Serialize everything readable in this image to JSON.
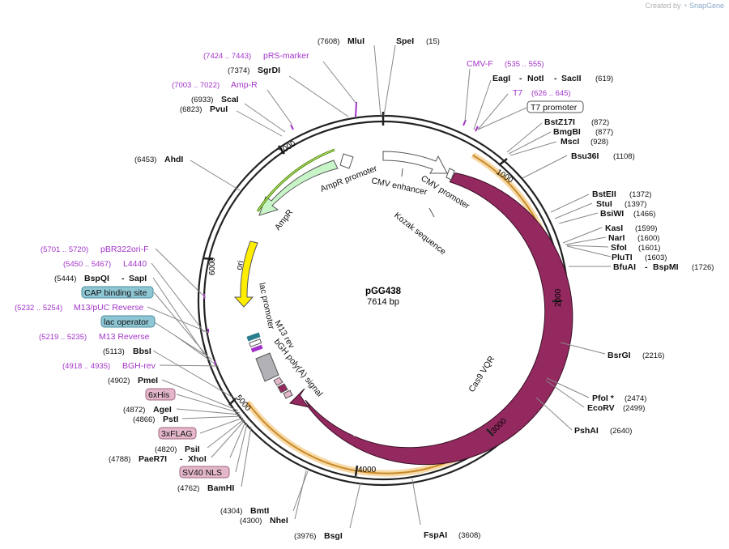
{
  "credit": {
    "prefix": "Created by",
    "brand": "SnapGene"
  },
  "plasmid": {
    "name": "pGG438",
    "size": "7614 bp",
    "length": 7614
  },
  "ticks": [
    "1000",
    "2000",
    "3000",
    "4000",
    "5000",
    "6000",
    "7000"
  ],
  "features": [
    {
      "label": "Cas9 VQR",
      "start": 630,
      "end": 4780,
      "color": "#93295f"
    },
    {
      "label": "CMV enhancer",
      "start": 15,
      "end": 380,
      "color": "#ffffff"
    },
    {
      "label": "CMV promoter",
      "start": 380,
      "end": 580,
      "color": "#ffffff"
    },
    {
      "label": "AmpR",
      "start": 6300,
      "end": 6950,
      "color": "#c8f5c8"
    },
    {
      "label": "AmpR promoter",
      "start": 6950,
      "end": 7040,
      "color": "#ffffff"
    },
    {
      "label": "ori",
      "start": 5780,
      "end": 6370,
      "color": "#ffee00"
    },
    {
      "label": "bGH poly(A) signal",
      "start": 4670,
      "end": 4900,
      "color": "#b0a0b0"
    },
    {
      "label": "lac promoter",
      "start": 5290,
      "end": 5400,
      "color": "#ffffff"
    },
    {
      "label": "M13 rev",
      "start": 5180,
      "end": 5260,
      "color": "#ffffff"
    },
    {
      "label": "Kozak sequence",
      "start": 620,
      "end": 640,
      "color": "#ffffff"
    },
    {
      "label": "T7 promoter",
      "start": 626,
      "end": 645,
      "color": "#ffffff"
    }
  ],
  "sites": [
    {
      "name": "SpeI",
      "pos": "(15)"
    },
    {
      "name": "MluI",
      "pos": "(7608)"
    },
    {
      "name": "EagI",
      "pos": ""
    },
    {
      "name": "NotI",
      "pos": ""
    },
    {
      "name": "SacII",
      "pos": "(619)"
    },
    {
      "name": "BstZ17I",
      "pos": "(872)"
    },
    {
      "name": "BmgBI",
      "pos": "(877)"
    },
    {
      "name": "MscI",
      "pos": "(928)"
    },
    {
      "name": "Bsu36I",
      "pos": "(1108)"
    },
    {
      "name": "BstEII",
      "pos": "(1372)"
    },
    {
      "name": "StuI",
      "pos": "(1397)"
    },
    {
      "name": "BsiWI",
      "pos": "(1466)"
    },
    {
      "name": "KasI",
      "pos": "(1599)"
    },
    {
      "name": "NarI",
      "pos": "(1600)"
    },
    {
      "name": "SfoI",
      "pos": "(1601)"
    },
    {
      "name": "PluTI",
      "pos": "(1603)"
    },
    {
      "name": "BfuAI",
      "pos": ""
    },
    {
      "name": "BspMI",
      "pos": "(1726)"
    },
    {
      "name": "BsrGI",
      "pos": "(2216)"
    },
    {
      "name": "PfoI *",
      "pos": "(2474)"
    },
    {
      "name": "EcoRV",
      "pos": "(2499)"
    },
    {
      "name": "PshAI",
      "pos": "(2640)"
    },
    {
      "name": "FspAI",
      "pos": "(3608)"
    },
    {
      "name": "BsgI",
      "pos": "(3976)"
    },
    {
      "name": "BmtI",
      "pos": "(4304)"
    },
    {
      "name": "NheI",
      "pos": "(4300)"
    },
    {
      "name": "BamHI",
      "pos": "(4762)"
    },
    {
      "name": "PaeR7I",
      "pos": "(4788)"
    },
    {
      "name": "XhoI",
      "pos": ""
    },
    {
      "name": "PsiI",
      "pos": "(4820)"
    },
    {
      "name": "PstI",
      "pos": "(4866)"
    },
    {
      "name": "AgeI",
      "pos": "(4872)"
    },
    {
      "name": "PmeI",
      "pos": "(4902)"
    },
    {
      "name": "BbsI",
      "pos": "(5113)"
    },
    {
      "name": "BspQI",
      "pos": "(5444)"
    },
    {
      "name": "SapI",
      "pos": ""
    },
    {
      "name": "AhdI",
      "pos": "(6453)"
    },
    {
      "name": "PvuI",
      "pos": "(6823)"
    },
    {
      "name": "ScaI",
      "pos": "(6933)"
    },
    {
      "name": "SgrDI",
      "pos": "(7374)"
    }
  ],
  "primers": [
    {
      "label": "CMV-F",
      "range": "(535 .. 555)"
    },
    {
      "label": "T7",
      "range": "(626 .. 645)"
    },
    {
      "label": "pRS-marker",
      "range": "(7424 .. 7443)"
    },
    {
      "label": "Amp-R",
      "range": "(7003 .. 7022)"
    },
    {
      "label": "pBR322ori-F",
      "range": "(5701 .. 5720)"
    },
    {
      "label": "L4440",
      "range": "(5450 .. 5467)"
    },
    {
      "label": "M13/pUC Reverse",
      "range": "(5232 .. 5254)"
    },
    {
      "label": "M13 Reverse",
      "range": "(5219 .. 5235)"
    },
    {
      "label": "BGH-rev",
      "range": "(4918 .. 4935)"
    }
  ],
  "pills": [
    {
      "label": "T7 promoter",
      "fill": "#ffffff",
      "stroke": "#555555"
    },
    {
      "label": "CAP binding site",
      "fill": "#8fc6d4",
      "stroke": "#4d8ea0"
    },
    {
      "label": "lac operator",
      "fill": "#8fc6d4",
      "stroke": "#4d8ea0"
    },
    {
      "label": "6xHis",
      "fill": "#e3b6c9",
      "stroke": "#a06884"
    },
    {
      "label": "3xFLAG",
      "fill": "#e3b6c9",
      "stroke": "#a06884"
    },
    {
      "label": "SV40 NLS",
      "fill": "#e3b6c9",
      "stroke": "#a06884"
    }
  ]
}
